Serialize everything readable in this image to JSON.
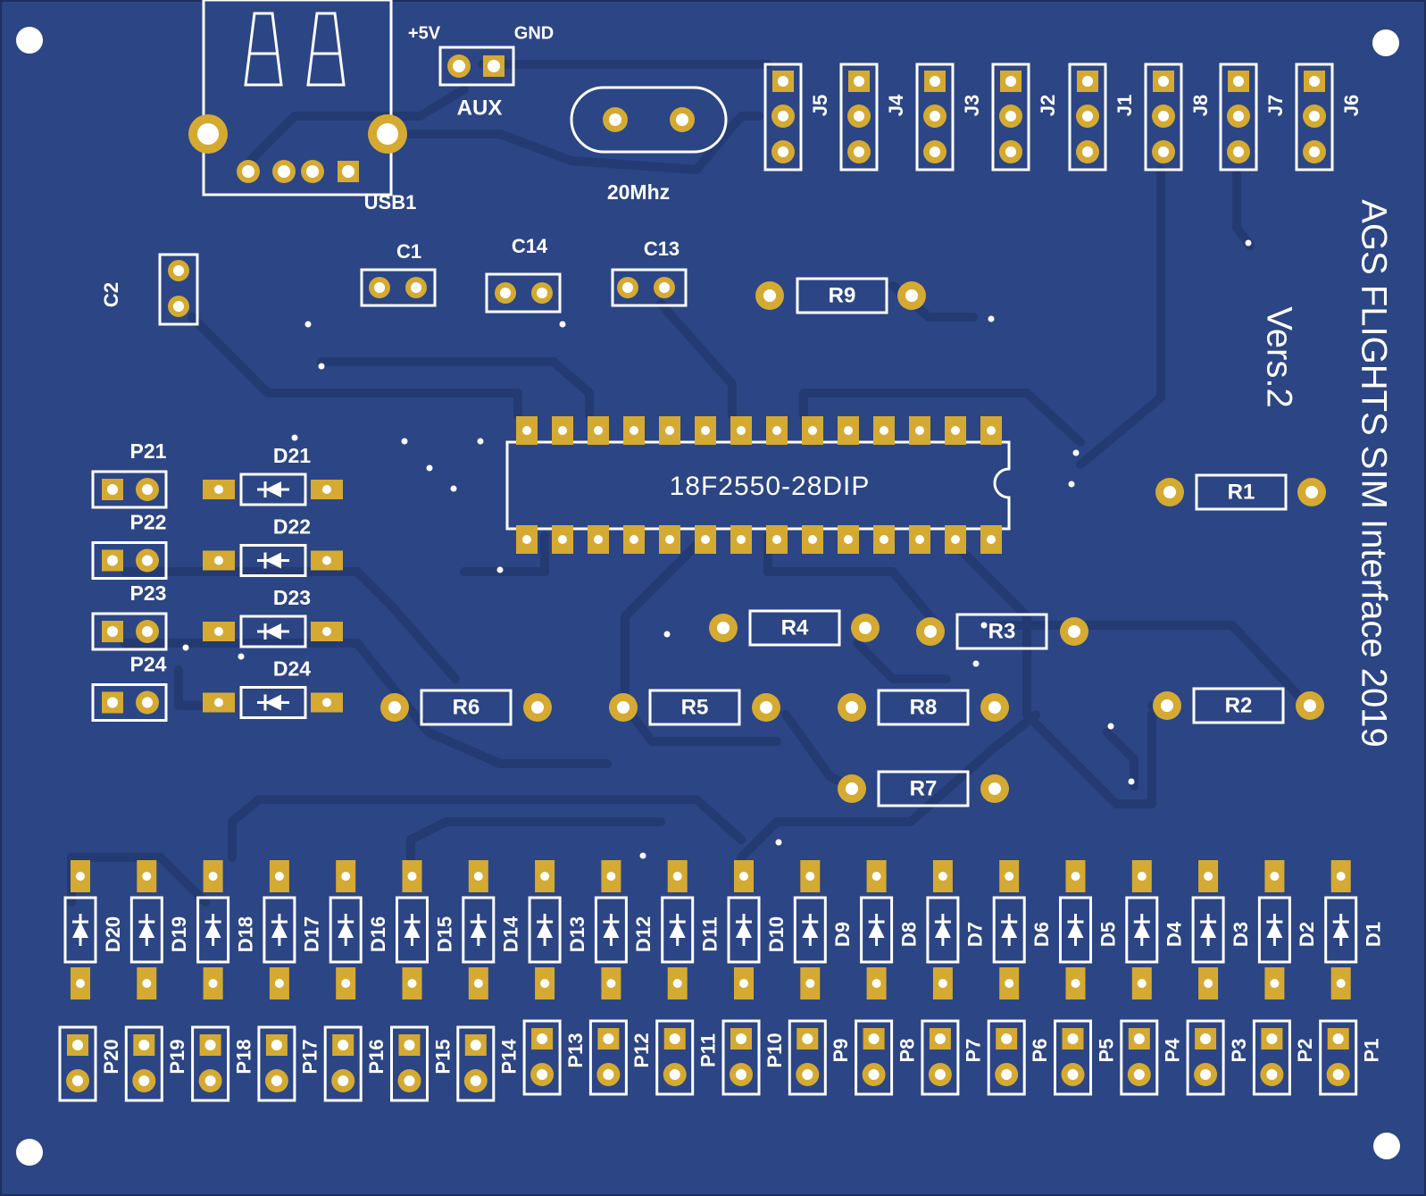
{
  "board": {
    "title": "AGS FLIGHTS SIM Interface 2019",
    "version": "Vers.2",
    "colors": {
      "board": "#2c4584",
      "trace": "#233a73",
      "pad": "#d4aa32",
      "drill": "#ffffff",
      "silkscreen": "#ffffff"
    }
  },
  "usb": {
    "label": "USB1",
    "icon": "usb-b-connector-icon"
  },
  "aux": {
    "label": "AUX",
    "plus_label": "+5V",
    "gnd_label": "GND"
  },
  "crystal": {
    "label": "20Mhz"
  },
  "mcu": {
    "label": "18F2550-28DIP",
    "pins_per_side": 14
  },
  "capacitors": {
    "c1": "C1",
    "c2": "C2",
    "c13": "C13",
    "c14": "C14"
  },
  "resistors": {
    "r1": "R1",
    "r2": "R2",
    "r3": "R3",
    "r4": "R4",
    "r5": "R5",
    "r6": "R6",
    "r7": "R7",
    "r8": "R8",
    "r9": "R9"
  },
  "jumpers": [
    "J5",
    "J4",
    "J3",
    "J2",
    "J1",
    "J8",
    "J7",
    "J6"
  ],
  "side_ports": [
    {
      "port": "P21",
      "diode": "D21"
    },
    {
      "port": "P22",
      "diode": "D22"
    },
    {
      "port": "P23",
      "diode": "D23"
    },
    {
      "port": "P24",
      "diode": "D24"
    }
  ],
  "bottom_diodes": [
    "D20",
    "D19",
    "D18",
    "D17",
    "D16",
    "D15",
    "D14",
    "D13",
    "D12",
    "D11",
    "D10",
    "D9",
    "D8",
    "D7",
    "D6",
    "D5",
    "D4",
    "D3",
    "D2",
    "D1"
  ],
  "bottom_ports": [
    "P20",
    "P19",
    "P18",
    "P17",
    "P16",
    "P15",
    "P14",
    "P13",
    "P12",
    "P11",
    "P10",
    "P9",
    "P8",
    "P7",
    "P6",
    "P5",
    "P4",
    "P3",
    "P2",
    "P1"
  ]
}
